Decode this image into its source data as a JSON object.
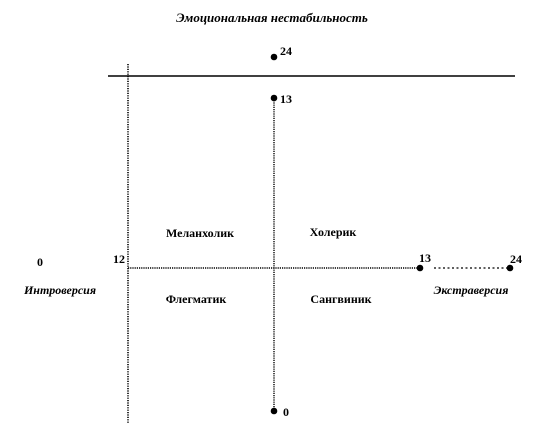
{
  "title": "Эмоциональная нестабильность",
  "axes": {
    "horizontal": {
      "left_label": "Интроверсия",
      "right_label": "Экстраверсия",
      "min_label": "0",
      "mark_left": "12",
      "mark_right": "13",
      "max_label": "24"
    },
    "vertical": {
      "top_label": "24",
      "upper_mark": "13",
      "bottom_label": "0"
    }
  },
  "quadrants": {
    "top_left": "Меланхолик",
    "top_right": "Холерик",
    "bottom_left": "Флегматик",
    "bottom_right": "Сангвиник"
  },
  "colors": {
    "ink": "#000000",
    "background": "#ffffff"
  }
}
